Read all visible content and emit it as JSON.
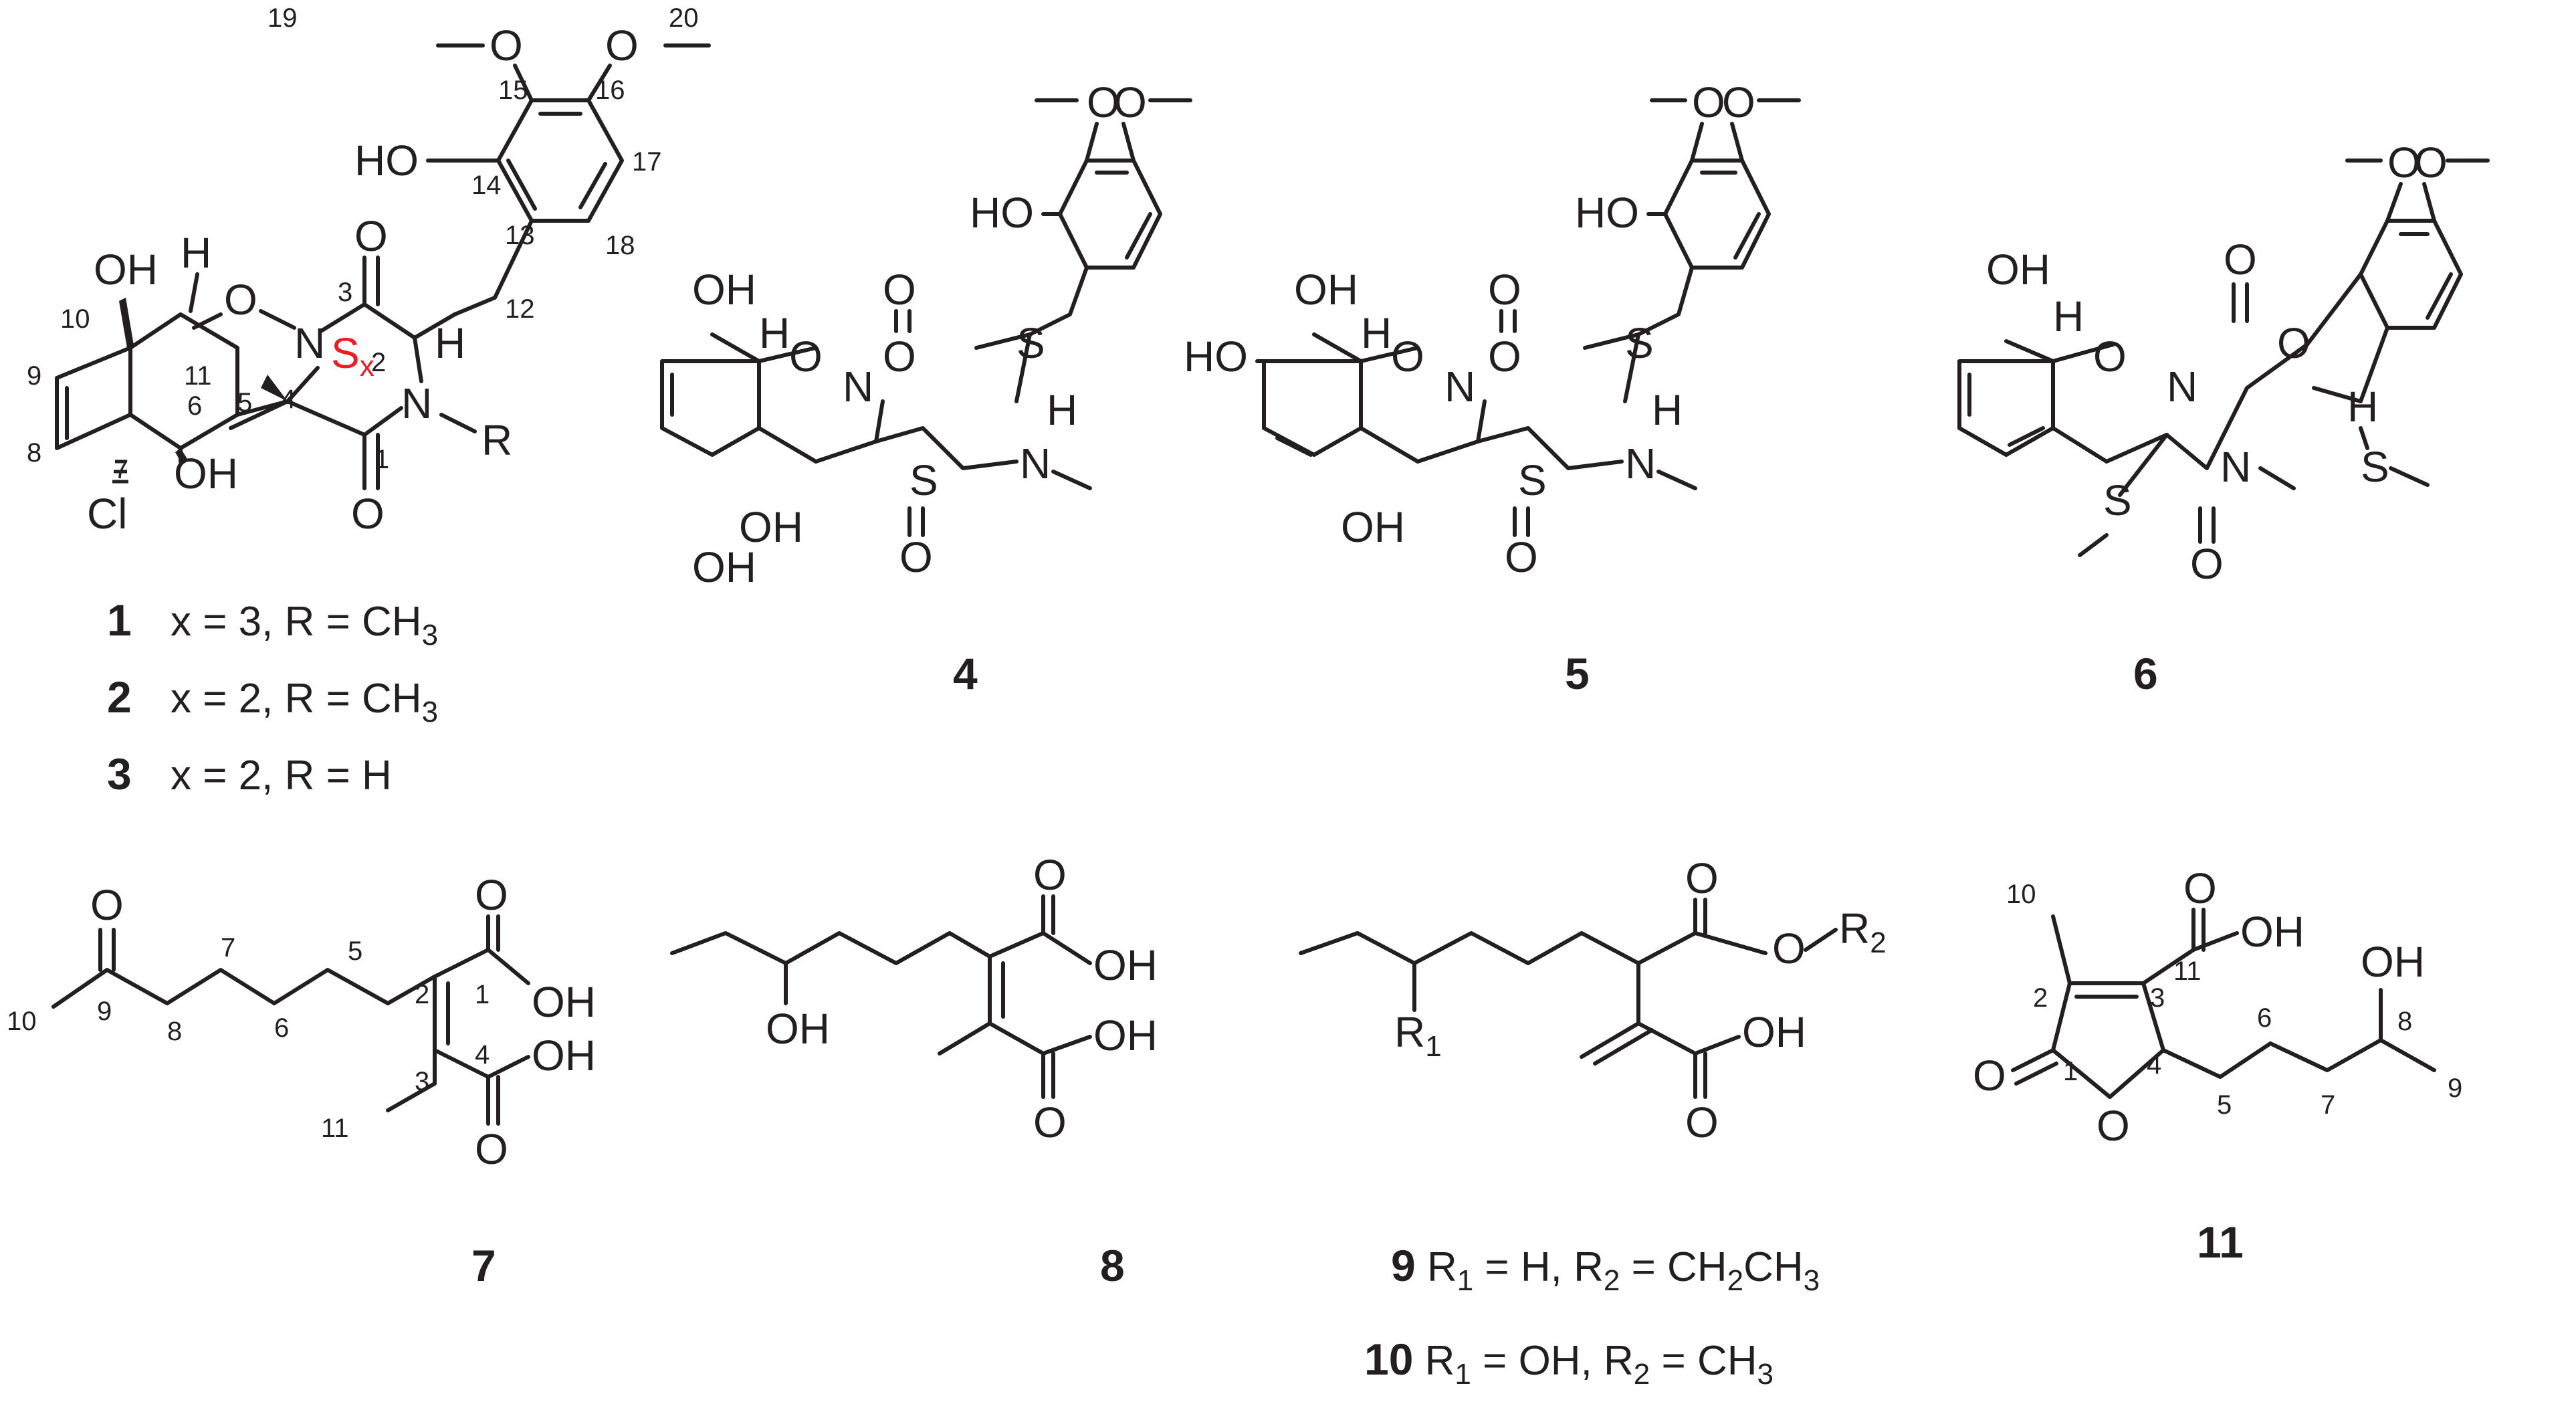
{
  "figure": {
    "atoms": {
      "oh": "OH",
      "ho": "HO",
      "h": "H",
      "o": "O",
      "n": "N",
      "s": "S",
      "cl": "Cl",
      "r": "R",
      "r1_main": "R",
      "r1_sub": "1",
      "sx_s": "S",
      "sx_x": "x"
    },
    "numbering_1": {
      "n19": "19",
      "n20": "20",
      "n15": "15",
      "n16": "16",
      "n14": "14",
      "n17": "17",
      "n13": "13",
      "n18": "18",
      "n10": "10",
      "n9": "9",
      "n3": "3",
      "n12": "12",
      "n11": "11",
      "n2": "2",
      "n6": "6",
      "n4": "4",
      "n5": "5",
      "n8": "8",
      "n7": "7",
      "n1": "1"
    },
    "numbering_7": {
      "n10": "10",
      "n9": "9",
      "n8": "8",
      "n7": "7",
      "n6": "6",
      "n5": "5",
      "n2": "2",
      "n1": "1",
      "n3": "3",
      "n4": "4",
      "n11": "11"
    },
    "numbering_11": {
      "n10": "10",
      "n2": "2",
      "n3": "3",
      "n11": "11",
      "n1": "1",
      "n4": "4",
      "n5": "5",
      "n6": "6",
      "n7": "7",
      "n8": "8",
      "n9": "9"
    },
    "compound_labels": {
      "c1": "1",
      "c2": "2",
      "c3": "3",
      "c4": "4",
      "c5": "5",
      "c6": "6",
      "c7": "7",
      "c8": "8",
      "c9": "9",
      "c10": "10",
      "c11": "11"
    },
    "captions": {
      "row1": {
        "pre": "x = 3, R = CH",
        "sub": "3"
      },
      "row2": {
        "pre": "x = 2, R = CH",
        "sub": "3"
      },
      "row3": {
        "text": "x = 2, R = H"
      },
      "cap9": {
        "a": " R",
        "a_sub": "1",
        "b": " = H, R",
        "b_sub": "2",
        "c": " = CH",
        "c_sub1": "2",
        "d": "CH",
        "d_sub": "3"
      },
      "cap10": {
        "a": " R",
        "a_sub": "1",
        "b": " = OH, R",
        "b_sub": "2",
        "c": " = CH",
        "c_sub": "3"
      }
    }
  }
}
